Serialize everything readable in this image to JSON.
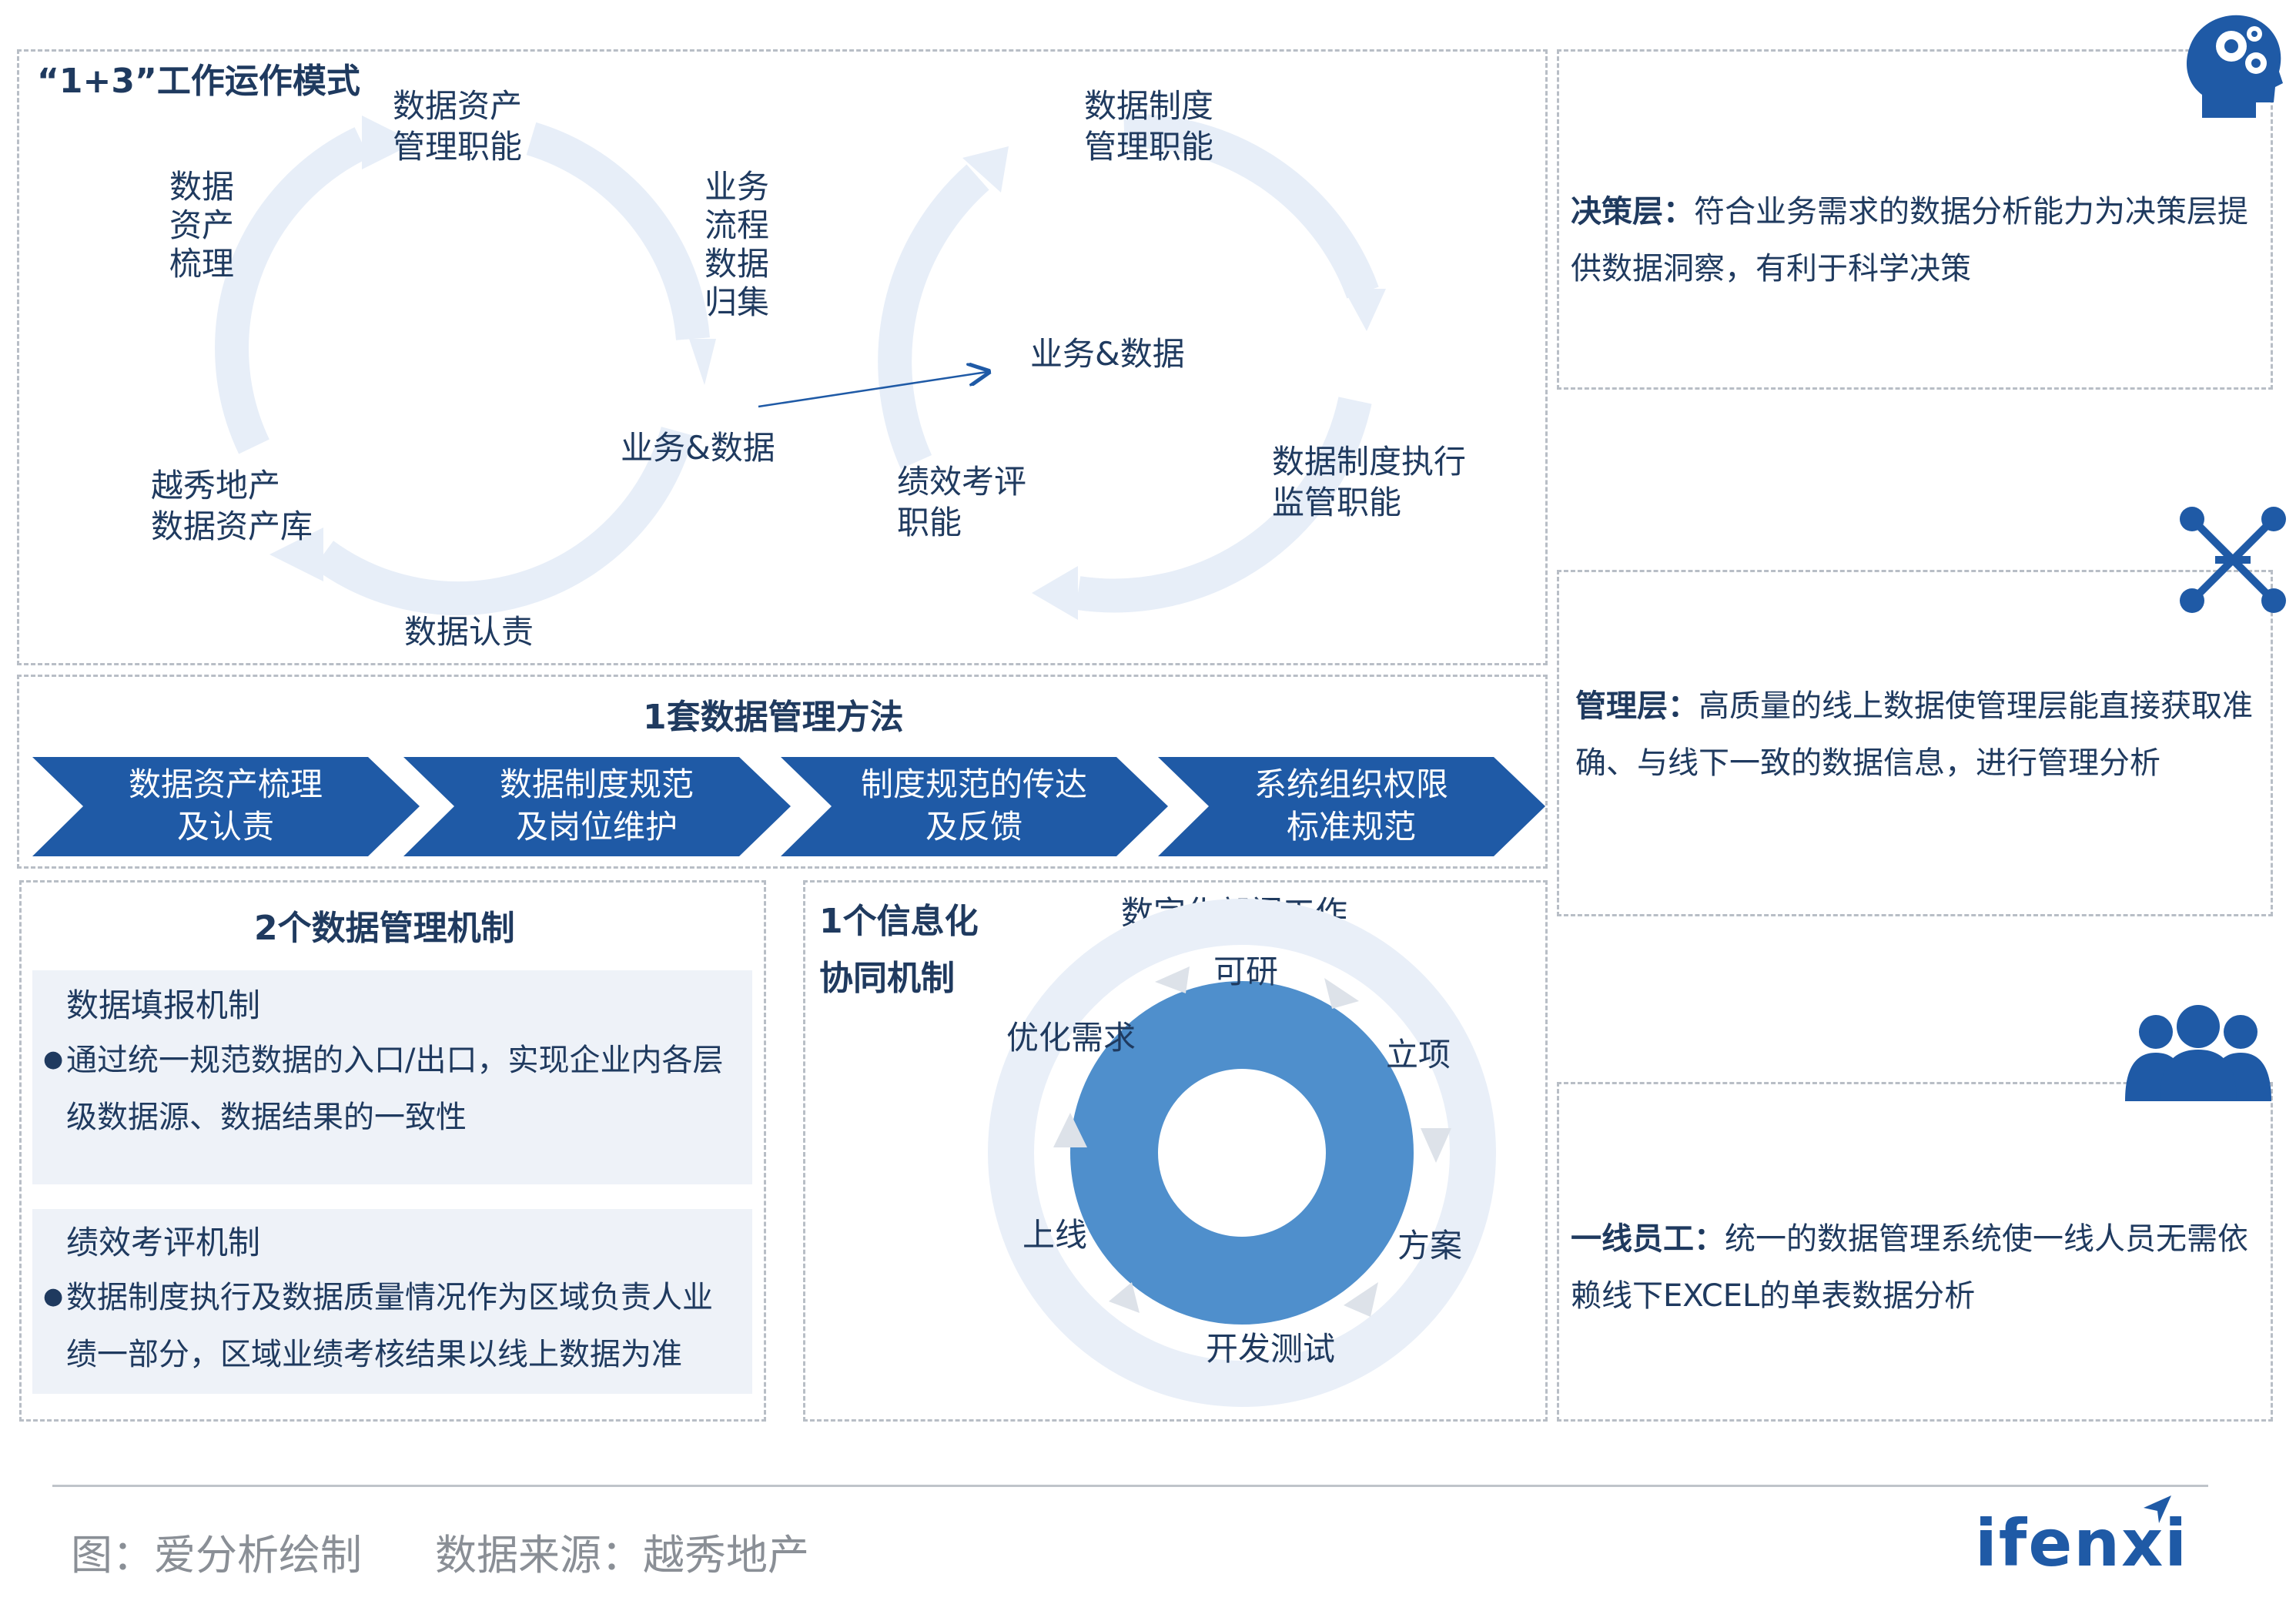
{
  "model": {
    "title": "“1+3”工作运作模式",
    "left_cycle": {
      "top": [
        "数据资产",
        "管理职能"
      ],
      "left": [
        "数据",
        "资产",
        "梳理"
      ],
      "right": [
        "业务",
        "流程",
        "数据",
        "归集"
      ],
      "center": "业务&数据",
      "bottom_left": [
        "越秀地产",
        "数据资产库"
      ],
      "bottom": "数据认责"
    },
    "right_cycle": {
      "top": [
        "数据制度",
        "管理职能"
      ],
      "center": "业务&数据",
      "right": [
        "数据制度执行",
        "监管职能"
      ],
      "left": [
        "绩效考评",
        "职能"
      ]
    }
  },
  "method": {
    "title": "1套数据管理方法",
    "steps": [
      [
        "数据资产梳理",
        "及认责"
      ],
      [
        "数据制度规范",
        "及岗位维护"
      ],
      [
        "制度规范的传达",
        "及反馈"
      ],
      [
        "系统组织权限",
        "标准规范"
      ]
    ]
  },
  "mechanisms": {
    "title": "2个数据管理机制",
    "items": [
      {
        "name": "数据填报机制",
        "bullet": "●",
        "lines": [
          "通过统一规范数据的入口/出口，实现企业内各层",
          "级数据源、数据结果的一致性"
        ]
      },
      {
        "name": "绩效考评机制",
        "bullet": "●",
        "lines": [
          "数据制度执行及数据质量情况作为区域负责人业",
          "绩一部分，区域业绩考核结果以线上数据为准"
        ]
      }
    ]
  },
  "info": {
    "title": [
      "1个信息化",
      "协同机制"
    ],
    "ring_title": "数字化部门工作",
    "stages": [
      "可研",
      "立项",
      "方案",
      "开发测试",
      "上线",
      "优化需求"
    ]
  },
  "layers": [
    {
      "name": "决策层：",
      "lines": [
        "符合业务需求的数据分析能力为决策层提",
        "供数据洞察，有利于科学决策"
      ],
      "icon": "head-gears-icon"
    },
    {
      "name": "管理层：",
      "lines": [
        "高质量的线上数据使管理层能直接获取准",
        "确、与线下一致的数据信息，进行管理分析"
      ],
      "icon": "network-nodes-icon"
    },
    {
      "name": "一线员工：",
      "lines": [
        "统一的数据管理系统使一线人员无需依",
        "赖线下EXCEL的单表数据分析"
      ],
      "icon": "people-group-icon"
    }
  ],
  "footer": {
    "credit": "图：爱分析绘制",
    "source": "数据来源：越秀地产",
    "logo": "ifenxi"
  },
  "colors": {
    "primary": "#1f5aa6",
    "ring": "#4f8fcc",
    "pale": "#e7eef8",
    "panel": "#eef2f8",
    "text": "#1f3a5f"
  }
}
